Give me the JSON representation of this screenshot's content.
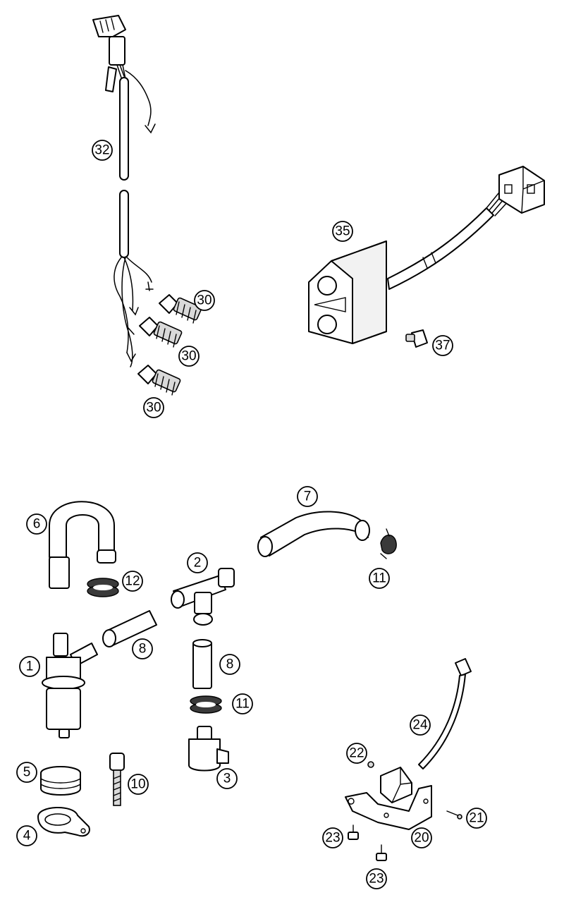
{
  "callouts": {
    "c1": "1",
    "c2": "2",
    "c3": "3",
    "c4": "4",
    "c5": "5",
    "c6": "6",
    "c7": "7",
    "c8a": "8",
    "c8b": "8",
    "c10": "10",
    "c11a": "11",
    "c11b": "11",
    "c12": "12",
    "c20": "20",
    "c21": "21",
    "c22": "22",
    "c23a": "23",
    "c23b": "23",
    "c24": "24",
    "c30a": "30",
    "c30b": "30",
    "c30c": "30",
    "c32": "32",
    "c35": "35",
    "c37": "37"
  },
  "colors": {
    "line": "#000000",
    "fill": "#ffffff",
    "shade": "#d9d9d9"
  }
}
